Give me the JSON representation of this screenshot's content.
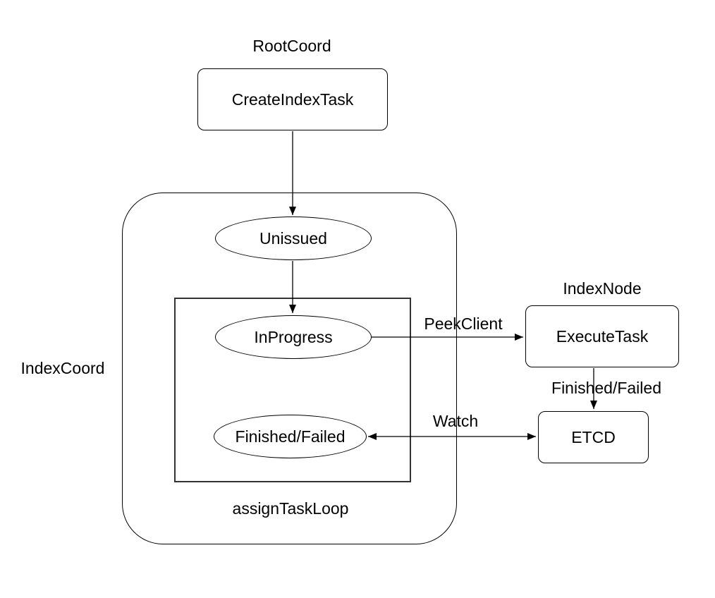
{
  "diagram": {
    "title_context": "Index task state flow diagram",
    "colors": {
      "background": "#ffffff",
      "stroke": "#000000",
      "inner_loop_stroke": "#333333",
      "text": "#000000"
    },
    "group_labels": {
      "root_coord": "RootCoord",
      "index_node": "IndexNode",
      "index_coord": "IndexCoord",
      "assign_task_loop": "assignTaskLoop"
    },
    "nodes": {
      "create_index_task": "CreateIndexTask",
      "unissued": "Unissued",
      "in_progress": "InProgress",
      "finished_failed": "Finished/Failed",
      "execute_task": "ExecuteTask",
      "etcd": "ETCD"
    },
    "edge_labels": {
      "peek_client": "PeekClient",
      "finished_failed": "Finished/Failed",
      "watch": "Watch"
    },
    "edges": [
      {
        "from": "create_index_task",
        "to": "unissued",
        "label": ""
      },
      {
        "from": "unissued",
        "to": "in_progress",
        "label": ""
      },
      {
        "from": "in_progress",
        "to": "execute_task",
        "label": "PeekClient"
      },
      {
        "from": "execute_task",
        "to": "etcd",
        "label": "Finished/Failed"
      },
      {
        "from": "etcd",
        "to": "finished_failed",
        "label": "Watch",
        "bidirectional": true
      }
    ]
  }
}
